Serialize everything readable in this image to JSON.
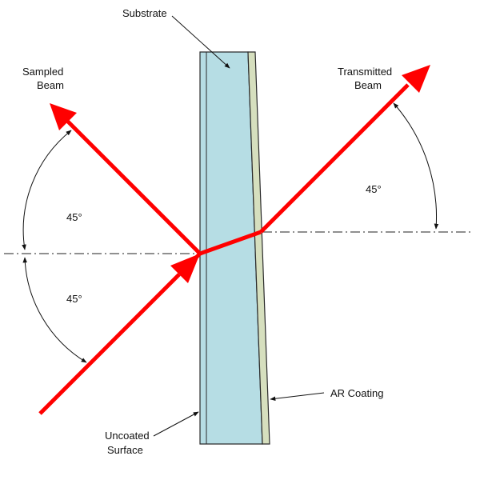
{
  "labels": {
    "substrate": "Substrate",
    "sampled_beam_line1": "Sampled",
    "sampled_beam_line2": "Beam",
    "transmitted_beam_line1": "Transmitted",
    "transmitted_beam_line2": "Beam",
    "angle_upper_left": "45°",
    "angle_lower_left": "45°",
    "angle_right": "45°",
    "ar_coating": "AR Coating",
    "uncoated_line1": "Uncoated",
    "uncoated_line2": "Surface"
  },
  "colors": {
    "beam": "#ff0000",
    "substrate_fill": "#b6dde4",
    "coating_fill": "#d6dfbe",
    "outline": "#2b2b2b"
  }
}
